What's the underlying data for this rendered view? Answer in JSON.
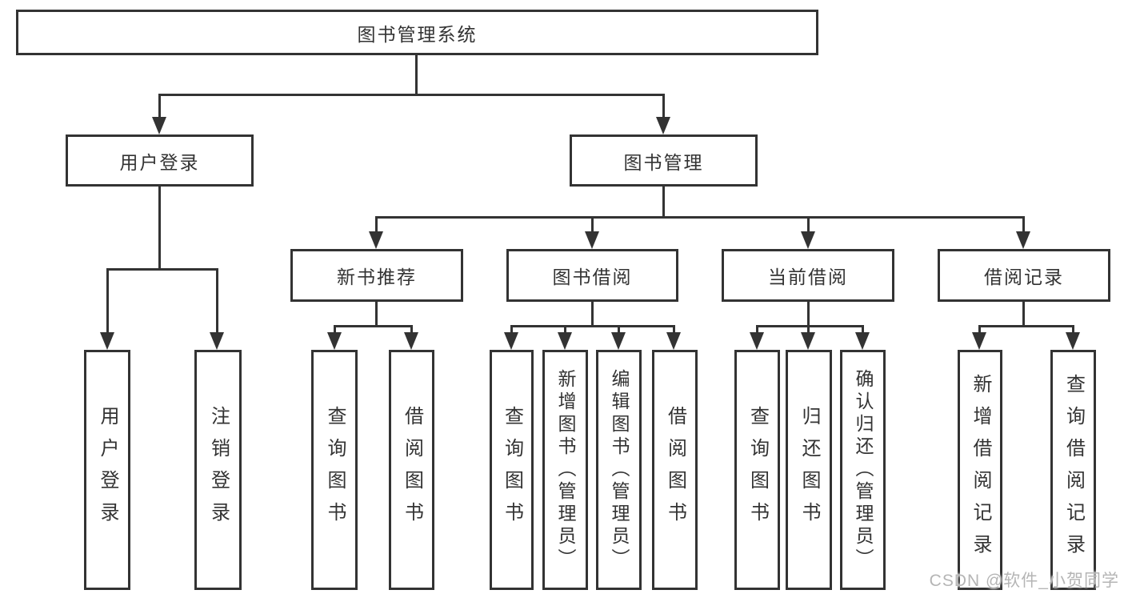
{
  "diagram": {
    "type": "hierarchy-tree",
    "tree": {
      "root": "图书管理系统",
      "level2": [
        "用户登录",
        "图书管理"
      ],
      "level3": [
        "新书推荐",
        "图书借阅",
        "当前借阅",
        "借阅记录"
      ],
      "leaves": {
        "user": [
          "用户登录",
          "注销登录"
        ],
        "recommend": [
          "查询图书",
          "借阅图书"
        ],
        "borrow": [
          "查询图书",
          "新增图书（管理员）",
          "编辑图书（管理员）",
          "借阅图书"
        ],
        "current": [
          "查询图书",
          "归还图书",
          "确认归还（管理员）"
        ],
        "record": [
          "新增借阅记录",
          "查询借阅记录"
        ]
      }
    },
    "colors": {
      "line": "#333333",
      "box_background": "#ffffff",
      "text": "#333333",
      "watermark_text": "#b5b5b5"
    }
  },
  "watermark": {
    "text": "CSDN @软件_小贺同学"
  }
}
